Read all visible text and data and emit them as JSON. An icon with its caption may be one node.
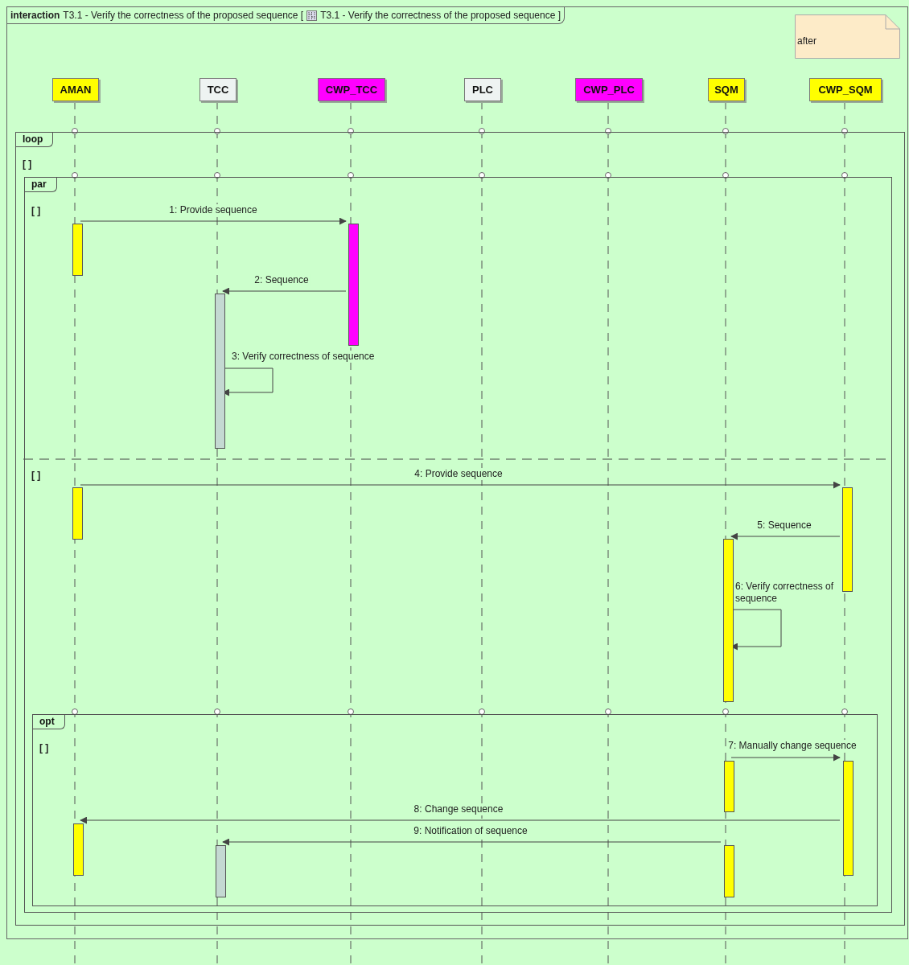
{
  "diagram": {
    "nodes": [
      {
        "text": [
          "interaction",
          "T3.1 - Verify the correctness of the proposed sequence [",
          "T3.1 - Verify the correctness of the proposed sequence ]"
        ]
      },
      {
        "text": [
          "after"
        ],
        "in": 0
      },
      {
        "text": [
          "AMAN"
        ],
        "in": 0
      },
      {
        "text": [
          "TCC"
        ],
        "in": 0
      },
      {
        "text": [
          "CWP_TCC"
        ],
        "in": 0
      },
      {
        "text": [
          "PLC"
        ],
        "in": 0
      },
      {
        "text": [
          "CWP_PLC"
        ],
        "in": 0
      },
      {
        "text": [
          "SQM"
        ],
        "in": 0
      },
      {
        "text": [
          "CWP_SQM"
        ],
        "in": 0
      },
      {
        "text": [
          "loop",
          "[ ]"
        ],
        "in": 0
      },
      {
        "text": [
          "par",
          "[ ]",
          "[ ]"
        ],
        "in": 9
      },
      {
        "text": [],
        "shape": "bar",
        "in": 10
      },
      {
        "text": [],
        "shape": "bar",
        "in": 10
      },
      {
        "text": [],
        "shape": "bar",
        "in": 10
      },
      {
        "text": [],
        "shape": "bar",
        "in": 10
      },
      {
        "text": [],
        "shape": "bar",
        "in": 10
      },
      {
        "text": [],
        "shape": "bar",
        "in": 10
      },
      {
        "text": [
          "opt",
          "[ ]"
        ],
        "in": 10
      },
      {
        "text": [],
        "shape": "bar",
        "in": 17
      },
      {
        "text": [],
        "shape": "bar",
        "in": 17
      },
      {
        "text": [],
        "shape": "bar",
        "in": 17
      },
      {
        "text": [],
        "shape": "bar",
        "in": 17
      },
      {
        "text": [],
        "shape": "bar",
        "in": 17
      }
    ],
    "edges": [
      {
        "from": 11,
        "to": 12,
        "arrow": "to",
        "label": "1: Provide sequence"
      },
      {
        "from": 12,
        "to": 13,
        "arrow": "to",
        "label": "2: Sequence"
      },
      {
        "from": 13,
        "to": 13,
        "arrow": "to",
        "label": "3: Verify correctness of sequence"
      },
      {
        "from": 14,
        "to": 15,
        "arrow": "to",
        "label": "4: Provide sequence"
      },
      {
        "from": 15,
        "to": 16,
        "arrow": "to",
        "label": "5: Sequence"
      },
      {
        "from": 16,
        "to": 16,
        "arrow": "to",
        "label": "6: Verify correctness of sequence"
      },
      {
        "from": 18,
        "to": 19,
        "arrow": "to",
        "label": "7: Manually change sequence"
      },
      {
        "from": 19,
        "to": 20,
        "arrow": "to",
        "label": "8: Change sequence"
      },
      {
        "from": 22,
        "to": 21,
        "arrow": "to",
        "label": "9: Notification of sequence"
      }
    ]
  }
}
